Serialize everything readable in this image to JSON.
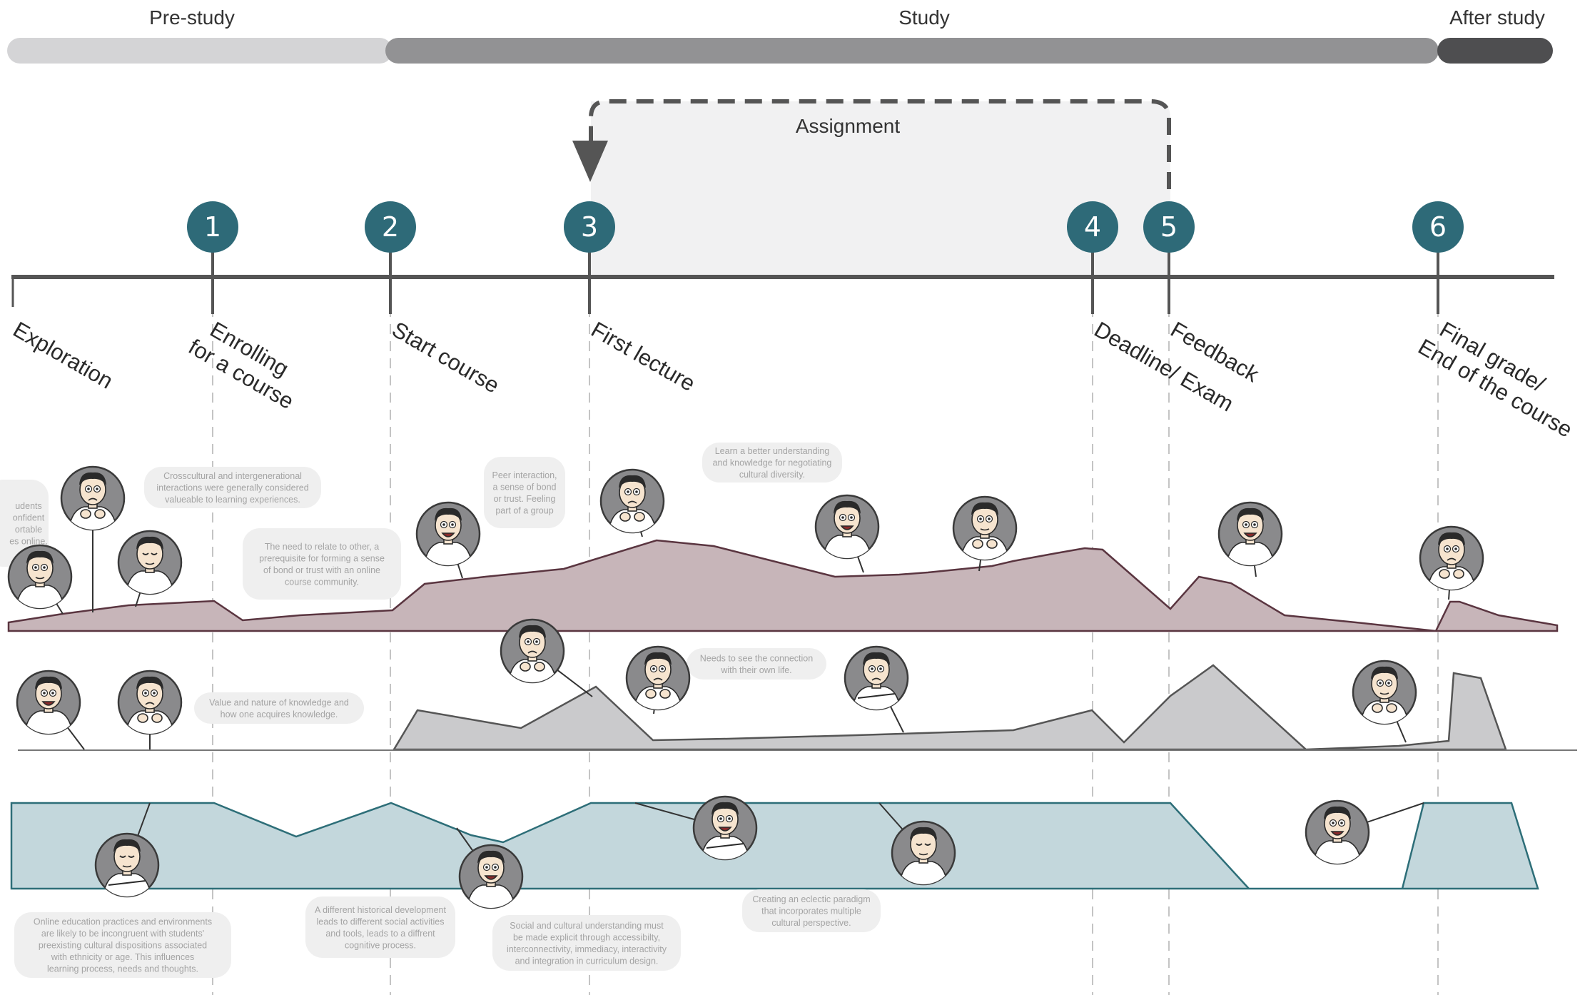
{
  "phases": [
    {
      "label": "Pre-study",
      "color": "#d4d4d6"
    },
    {
      "label": "Study",
      "color": "#929294"
    },
    {
      "label": "After study",
      "color": "#4e4e50"
    }
  ],
  "assignment": {
    "label": "Assignment"
  },
  "milestones": [
    {
      "number": "1",
      "label_lines": [
        "Enrolling",
        "for a course"
      ]
    },
    {
      "number": "2",
      "label_lines": [
        "Start course"
      ]
    },
    {
      "number": "3",
      "label_lines": [
        "First lecture"
      ]
    },
    {
      "number": "4",
      "label_lines": [
        "Deadline/ Exam"
      ]
    },
    {
      "number": "5",
      "label_lines": [
        "Feedback"
      ]
    },
    {
      "number": "6",
      "label_lines": [
        "Final grade/",
        "End of the course"
      ]
    }
  ],
  "start_label": {
    "label_lines": [
      "Exploration"
    ]
  },
  "colors": {
    "milestone_circle": "#2e6a78",
    "timeline": "#555555",
    "row1_fill": "#c7b5b9",
    "row1_stroke": "#5a3540",
    "row2_fill": "#cacacc",
    "row2_stroke": "#555555",
    "row3_fill": "#c3d7dc",
    "row3_stroke": "#2d6e78",
    "note_bg": "#efefef",
    "avatar_bg": "#8a8a8c"
  },
  "notes": [
    {
      "lines": [
        "udents",
        "onfident",
        "ortable",
        "es online."
      ]
    },
    {
      "lines": [
        "Crosscultural and intergenerational",
        "interactions were generally considered",
        "valueable to learning experiences."
      ]
    },
    {
      "lines": [
        "The need to relate to other, a",
        "prerequisite for forming a sense",
        "of bond or trust with an online",
        "course community."
      ]
    },
    {
      "lines": [
        "Peer interaction,",
        "a sense of bond",
        "or trust. Feeling",
        "part of a group"
      ]
    },
    {
      "lines": [
        "Learn a better understanding",
        "and knowledge for negotiating",
        "cultural diversity."
      ]
    },
    {
      "lines": [
        "Value and nature of knowledge and",
        "how one acquires knowledge."
      ]
    },
    {
      "lines": [
        "Needs to see the connection",
        "with their own life."
      ]
    },
    {
      "lines": [
        "Online education practices and environments",
        "are likely to be incongruent with students'",
        "preexisting cultural dispositions associated",
        "with ethnicity or age. This influences",
        "learning process, needs and thoughts."
      ]
    },
    {
      "lines": [
        "A different historical development",
        "leads to different social activities",
        "and tools, leads to a diffrent",
        "cognitive process."
      ]
    },
    {
      "lines": [
        "Social and cultural understanding must",
        "be made explicit through accessibilty,",
        "interconnectivity, immediacy, interactivity",
        "and integration in curriculum design."
      ]
    },
    {
      "lines": [
        "Creating an eclectic paradigm",
        "that incorporates multiple",
        "cultural perspective."
      ]
    }
  ],
  "avatars": [
    {
      "name": "worried"
    },
    {
      "name": "scared"
    },
    {
      "name": "shy"
    },
    {
      "name": "happy"
    },
    {
      "name": "nervous"
    },
    {
      "name": "smiling"
    },
    {
      "name": "pointing"
    },
    {
      "name": "cheerful"
    },
    {
      "name": "unsure"
    },
    {
      "name": "confused"
    },
    {
      "name": "pleading"
    },
    {
      "name": "doubtful"
    },
    {
      "name": "thinking"
    },
    {
      "name": "contemplative"
    },
    {
      "name": "content"
    },
    {
      "name": "laughing"
    },
    {
      "name": "relaxed"
    },
    {
      "name": "proud"
    },
    {
      "name": "friendly"
    },
    {
      "name": "satisfied"
    }
  ]
}
